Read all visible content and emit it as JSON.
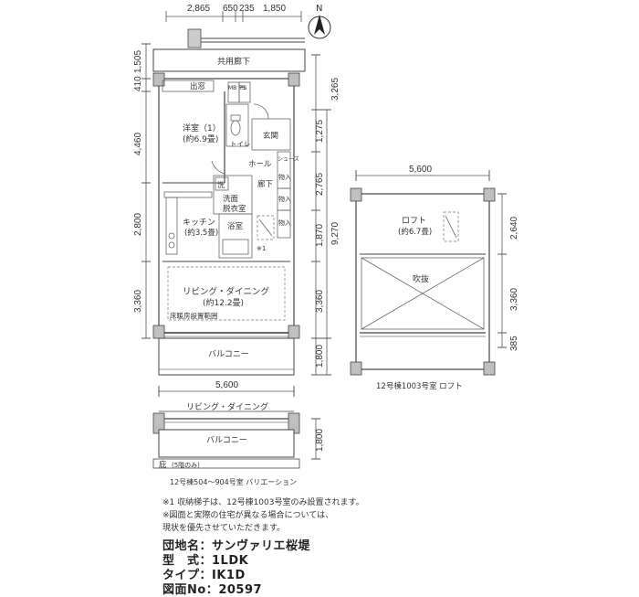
{
  "top_dims": [
    "2,865",
    "650",
    "235",
    "1,850"
  ],
  "north_label": "N",
  "rooms": {
    "corridor": "共用廊下",
    "storage_out": "出窓",
    "ps": "PS",
    "mbps": "MB PS",
    "western_room": "洋室（1）",
    "western_size": "(約6.9畳)",
    "toilet": "トイレ",
    "entrance": "玄関",
    "shoes": "シューズ",
    "hall": "ホール",
    "wash": "洗",
    "hallway": "廊下",
    "storage1": "物入",
    "storage2": "物入",
    "storage3": "物入",
    "wash_room": "洗面",
    "wash_room2": "脱衣室",
    "bath": "浴室",
    "kitchen": "キッチン",
    "kitchen_size": "(約3.5畳)",
    "note_mark": "※1",
    "living": "リビング・ダイニング",
    "living_size": "(約12.2畳)",
    "floor_heating": "床暖房設置範囲",
    "balcony": "バルコニー",
    "loft": "ロフト",
    "loft_size": "(約6.7畳)",
    "fukinuke": "吹抜"
  },
  "left_dims": [
    "1,505",
    "410",
    "4,460",
    "2,800",
    "3,360"
  ],
  "mid_dims": [
    "3,265",
    "1,275",
    "2,765",
    "1,870",
    "9,270",
    "3,360",
    "1,800"
  ],
  "right_dims": [
    "2,640",
    "3,360",
    "385"
  ],
  "width_dim_main": "5,600",
  "width_dim_loft": "5,600",
  "loft_caption": "12号棟1003号室 ロフト",
  "variation": {
    "living": "リビング・ダイニング",
    "balcony": "バルコニー",
    "eaves": "庇",
    "eaves_note": "(5階のみ)",
    "dim": "1,800",
    "caption": "12号棟504～904号室 バリエーション"
  },
  "notes": [
    "※1  収納梯子は、12号棟1003号室のみ設置されます。",
    "※図面と実際の住宅が異なる場合については、",
    "    現状を優先させていただきます。"
  ],
  "info": [
    {
      "label": "団地名：",
      "value": "サンヴァリエ桜堤"
    },
    {
      "label": "型　式：",
      "value": "1LDK"
    },
    {
      "label": "タイプ：",
      "value": "IK1D"
    },
    {
      "label": "図面No：",
      "value": "20597"
    }
  ]
}
